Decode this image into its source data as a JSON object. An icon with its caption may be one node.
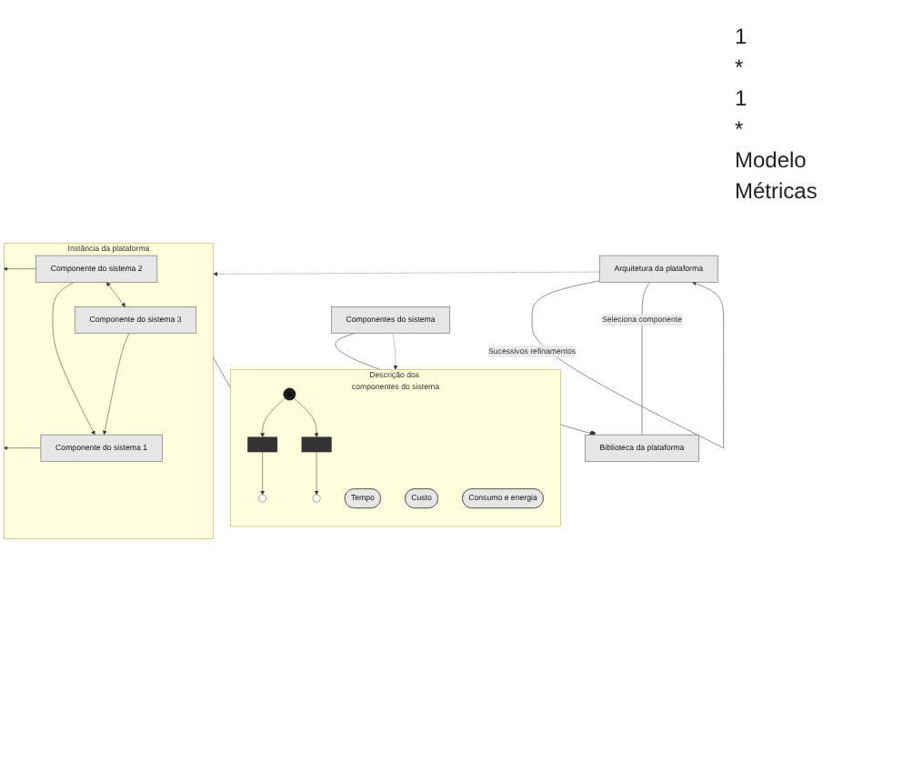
{
  "diagram": {
    "nodes": [
      {
        "text": [
          "Arquitetura da plataforma"
        ]
      },
      {
        "text": [
          "Instância da plataforma"
        ]
      },
      {
        "text": [
          "Componente do sistema 1"
        ],
        "in": 1
      },
      {
        "text": [
          "Componente do sistema 2"
        ],
        "in": 1
      },
      {
        "text": [
          "Componente do sistema 3"
        ],
        "in": 1
      },
      {
        "text": [
          "Biblioteca da plataforma"
        ]
      },
      {
        "text": [
          "Componentes do sistema"
        ]
      },
      {
        "text": [
          "Descrição dos componentes do sistema"
        ]
      },
      {
        "text": [],
        "shape": "circle",
        "in": 7
      },
      {
        "text": [],
        "shape": "bar",
        "in": 7
      },
      {
        "text": [],
        "shape": "bar",
        "in": 7
      },
      {
        "text": [],
        "shape": "circle",
        "in": 7
      },
      {
        "text": [],
        "shape": "circle",
        "in": 7
      },
      {
        "text": [
          "Tempo"
        ],
        "in": 7
      },
      {
        "text": [
          "Custo"
        ],
        "in": 7
      },
      {
        "text": [
          "Consumo e energia"
        ],
        "in": 7
      }
    ],
    "edges": [
      {
        "from": 0,
        "to": 0,
        "arrow": "to",
        "label": "Sucessivos refinamentos"
      },
      {
        "from": 0,
        "to": 1,
        "arrow": "to",
        "style": "dashed"
      },
      {
        "from": 3,
        "to": 1,
        "arrow": "to"
      },
      {
        "from": 2,
        "to": 1,
        "arrow": "to"
      },
      {
        "from": 3,
        "to": 2,
        "arrow": "to"
      },
      {
        "from": 4,
        "to": 2,
        "arrow": "to"
      },
      {
        "from": 3,
        "to": 4,
        "arrow": "both"
      },
      {
        "from": 0,
        "to": 5,
        "arrow": "none",
        "label": "Seleciona componente"
      },
      {
        "from": 6,
        "to": 5,
        "arrow": "other"
      },
      {
        "from": 6,
        "to": 7,
        "arrow": "to",
        "style": "dashed"
      },
      {
        "from": 1,
        "to": 7,
        "arrow": "none"
      },
      {
        "from": 8,
        "to": 9,
        "arrow": "to"
      },
      {
        "from": 8,
        "to": 10,
        "arrow": "to"
      },
      {
        "from": 9,
        "to": 11,
        "arrow": "to"
      },
      {
        "from": 10,
        "to": 12,
        "arrow": "to"
      }
    ],
    "labels": [
      "1",
      "*",
      "1",
      "*",
      "Modelo",
      "Métricas"
    ]
  }
}
